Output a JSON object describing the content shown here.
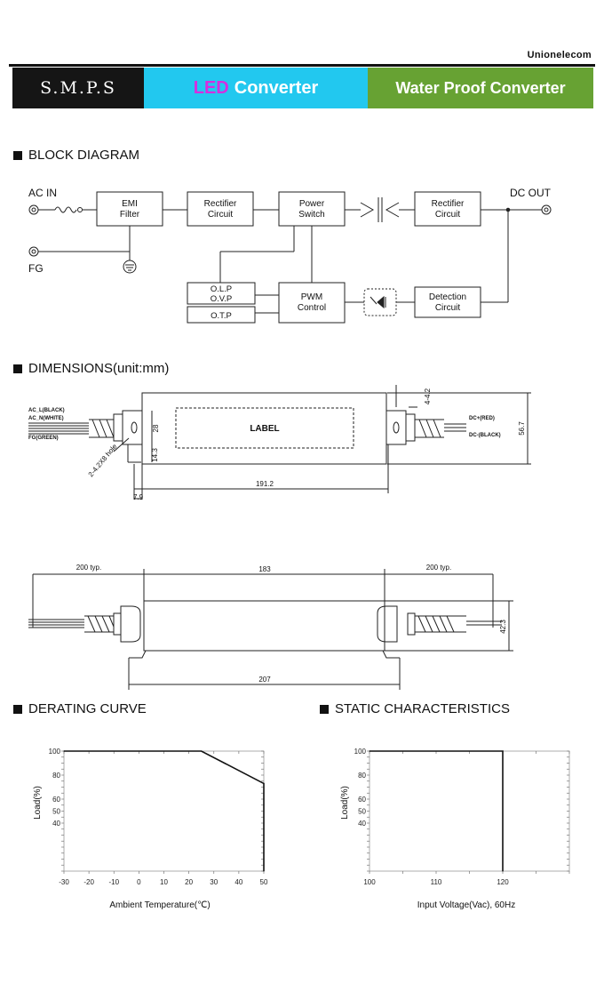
{
  "header": {
    "brand": "Unionelecom",
    "band_smps": "S.M.P.S",
    "band_led_highlight": "LED",
    "band_led_rest": "Converter",
    "band_wp": "Water Proof Converter",
    "colors": {
      "smps": "#151515",
      "led_band": "#22c8ef",
      "led_text": "#d62ee0",
      "wp_band": "#67a233"
    }
  },
  "block_diagram": {
    "title": "BLOCK DIAGRAM",
    "ac_in": "AC IN",
    "fg": "FG",
    "dc_out": "DC OUT",
    "emi": [
      "EMI",
      "Filter"
    ],
    "rect1": [
      "Rectifier",
      "Circuit"
    ],
    "power": [
      "Power",
      "Switch"
    ],
    "rect2": [
      "Rectifier",
      "Circuit"
    ],
    "olp": [
      "O.L.P",
      "O.V.P"
    ],
    "otp": "O.T.P",
    "pwm": [
      "PWM",
      "Control"
    ],
    "detection": [
      "Detection",
      "Circuit"
    ]
  },
  "dimensions": {
    "title": "DIMENSIONS(unit:mm)",
    "ac_l": "AC_L(BLACK)",
    "ac_n": "AC_N(WHITE)",
    "fg_green": "FG(GREEN)",
    "label": "LABEL",
    "dc_pos": "DC+(RED)",
    "dc_neg": "DC-(BLACK)",
    "hole": "2-4.2X8 hole",
    "d_28": "28",
    "d_14_3": "14.3",
    "d_191_2": "191.2",
    "d_7_9": "7.9",
    "d_4_2": "4-4.2",
    "d_56_7": "56.7",
    "d_200a": "200 typ.",
    "d_183": "183",
    "d_200b": "200 typ.",
    "d_42_3": "42.3",
    "d_207": "207"
  },
  "derating": {
    "title": "DERATING CURVE",
    "chart_data": {
      "type": "line",
      "xlabel": "Ambient Temperature(℃)",
      "ylabel": "Load(%)",
      "xlim": [
        -30,
        50
      ],
      "ylim": [
        0,
        100
      ],
      "x_ticks": [
        "-30",
        "-20",
        "-10",
        "0",
        "10",
        "20",
        "30",
        "40",
        "50"
      ],
      "y_ticks": [
        "100",
        "80",
        "60",
        "50",
        "40"
      ],
      "series": [
        {
          "x": [
            -30,
            25,
            50,
            50
          ],
          "y": [
            100,
            100,
            73,
            0
          ]
        }
      ]
    }
  },
  "static": {
    "title": "STATIC CHARACTERISTICS",
    "chart_data": {
      "type": "line",
      "xlabel": "Input Voltage(Vac), 60Hz",
      "ylabel": "Load(%)",
      "xlim": [
        100,
        130
      ],
      "ylim": [
        0,
        100
      ],
      "x_ticks": [
        "100",
        "110",
        "120"
      ],
      "y_ticks": [
        "100",
        "80",
        "60",
        "50",
        "40"
      ],
      "series": [
        {
          "x": [
            100,
            120,
            120
          ],
          "y": [
            100,
            100,
            0
          ]
        }
      ]
    }
  }
}
